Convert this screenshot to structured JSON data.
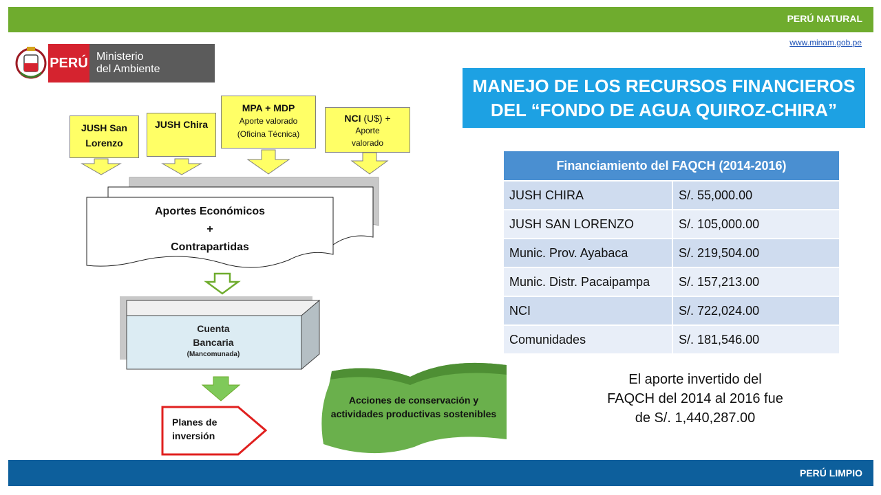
{
  "header": {
    "label": "PERÚ NATURAL",
    "url": "www.minam.gob.pe"
  },
  "footer": {
    "label": "PERÚ LIMPIO"
  },
  "logo": {
    "country": "PERÚ",
    "ministry_line1": "Ministerio",
    "ministry_line2": "del Ambiente"
  },
  "title": {
    "line1": "MANEJO DE LOS RECURSOS FINANCIEROS",
    "line2": "DEL “FONDO DE AGUA QUIROZ-CHIRA”"
  },
  "contributors": [
    {
      "name": "JUSH San",
      "name2": "Lorenzo"
    },
    {
      "name": "JUSH Chira"
    },
    {
      "name": "MPA + MDP",
      "detail1": "Aporte valorado",
      "detail2": "(Oficina Técnica)"
    },
    {
      "name": "NCI",
      "name_suffix": " (U$) +",
      "detail1": "Aporte",
      "detail2": "valorado"
    }
  ],
  "aportes": {
    "line1": "Aportes Económicos",
    "line2": "+",
    "line3": "Contrapartidas"
  },
  "cuenta": {
    "line1": "Cuenta",
    "line2": "Bancaria",
    "line3": "(Mancomunada)"
  },
  "planes": {
    "line1": "Planes de",
    "line2": "inversión"
  },
  "acciones": {
    "text": "Acciones de conservación y actividades productivas sostenibles"
  },
  "table": {
    "header": "Financiamiento del FAQCH (2014-2016)",
    "rows": [
      {
        "entity": "JUSH CHIRA",
        "amount": "S/. 55,000.00"
      },
      {
        "entity": "JUSH SAN LORENZO",
        "amount": "S/. 105,000.00"
      },
      {
        "entity": "Munic. Prov. Ayabaca",
        "amount": "S/. 219,504.00"
      },
      {
        "entity": "Munic. Distr. Pacaipampa",
        "amount": "S/. 157,213.00"
      },
      {
        "entity": "NCI",
        "amount": "S/. 722,024.00"
      },
      {
        "entity": "Comunidades",
        "amount": "S/. 181,546.00"
      }
    ]
  },
  "summary": {
    "line1": "El aporte invertido del",
    "line2": "FAQCH del 2014 al 2016 fue",
    "line3": "de S/. 1,440,287.00"
  },
  "colors": {
    "green": "#6fac2e",
    "blue_bar": "#0d5f9c",
    "title_blue": "#1da1e3",
    "yellow": "#ffff66",
    "table_header": "#4a8fd1"
  }
}
